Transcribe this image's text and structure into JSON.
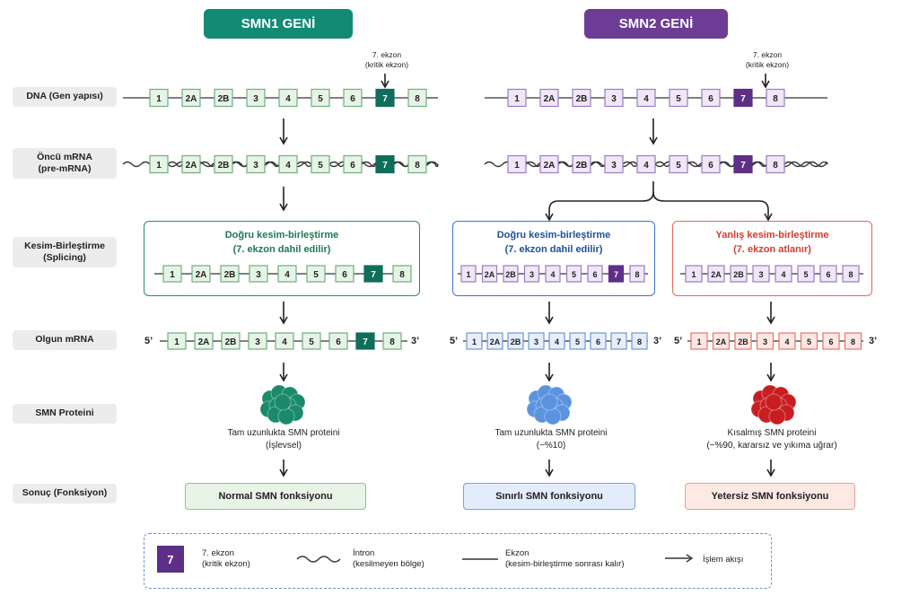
{
  "headers": {
    "smn1": {
      "label": "SMN1 GENİ",
      "color": "#138a74"
    },
    "smn2": {
      "label": "SMN2 GENİ",
      "color": "#6d3c94"
    }
  },
  "row_labels": {
    "dna": "DNA (Gen yapısı)",
    "premrna_1": "Öncü mRNA",
    "premrna_2": "(pre-mRNA)",
    "splicing_1": "Kesim-Birleştirme",
    "splicing_2": "(Splicing)",
    "mature": "Olgun mRNA",
    "protein": "SMN Proteini",
    "result": "Sonuç (Fonksiyon)"
  },
  "critical_exon_note": {
    "line1": "7. ekzon",
    "line2": "(kritik ekzon)"
  },
  "exons": [
    "1",
    "2A",
    "2B",
    "3",
    "4",
    "5",
    "6",
    "7",
    "8"
  ],
  "exons_skipped": [
    "1",
    "2A",
    "2B",
    "3",
    "4",
    "5",
    "6",
    "8"
  ],
  "splicing": {
    "smn1": {
      "title1": "Doğru kesim-birleştirme",
      "title2": "(7. ekzon dahil edilir)"
    },
    "smn2_correct": {
      "title1": "Doğru kesim-birleştirme",
      "title2": "(7. ekzon dahil edilir)"
    },
    "smn2_wrong": {
      "title1": "Yanlış kesim-birleştirme",
      "title2": "(7. ekzon atlanır)"
    }
  },
  "mature_ends": {
    "five": "5’",
    "three": "3’"
  },
  "proteins": {
    "smn1": {
      "line1": "Tam uzunlukta SMN proteini",
      "line2": "(İşlevsel)"
    },
    "smn2_correct": {
      "line1": "Tam uzunlukta SMN proteini",
      "line2": "(~%10)"
    },
    "smn2_wrong": {
      "line1": "Kısalmış SMN proteini",
      "line2": "(~%90, kararsız ve yıkıma uğrar)"
    }
  },
  "results": {
    "smn1": "Normal SMN fonksiyonu",
    "smn2_correct": "Sınırlı SMN fonksiyonu",
    "smn2_wrong": "Yetersiz SMN fonksiyonu"
  },
  "legend": {
    "exon7_symbol": "7",
    "exon7_line1": "7. ekzon",
    "exon7_line2": "(kritik ekzon)",
    "intron_line1": "İntron",
    "intron_line2": "(kesilmeyen bölge)",
    "exon_line1": "Ekzon",
    "exon_line2": "(kesim-birleştirme sonrası kalır)",
    "flow": "İşlem akışı"
  },
  "colors": {
    "green_fill": "#e6f4e6",
    "green_stroke": "#6fae83",
    "green_dark": "#0f6e5b",
    "purple_fill": "#efe6f7",
    "purple_stroke": "#9a7cc0",
    "purple_dark": "#5e2f86",
    "blue_fill": "#e6eefb",
    "blue_stroke": "#6f97d6",
    "red_fill": "#fde7e3",
    "red_stroke": "#e6766a",
    "green_text": "#1a7a50",
    "blue_text": "#1d4f9c",
    "red_text": "#d63b2f",
    "green_result_bg": "#e8f4e6",
    "green_result_border": "#8cc490",
    "blue_result_bg": "#e3ecfa",
    "blue_result_border": "#7aa2dc",
    "red_result_bg": "#fde9e4",
    "red_result_border": "#ee9b8f",
    "protein_green": "#1a8a6a",
    "protein_blue": "#5b93df",
    "protein_red": "#c81e22"
  }
}
